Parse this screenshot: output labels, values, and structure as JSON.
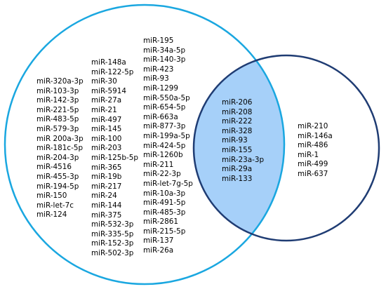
{
  "colors": {
    "left_circle_stroke": "#1aa7e0",
    "right_circle_stroke": "#1f3c73",
    "intersection_fill": "#a6d0f9",
    "text": "#000000"
  },
  "venn": {
    "left_only": {
      "columns": [
        [
          "miR-320a-3p",
          "miR-103-3p",
          "miR-142-3p",
          "miR-221-5p",
          "miR-483-5p",
          "miR-579-3p",
          "miR 200a-3p",
          "miR-181c-5p",
          "miR-204-3p",
          "miR-4516",
          "miR-455-3p",
          "miR-194-5p",
          "miR-150",
          "miR-let-7c",
          "miR-124"
        ],
        [
          "miR-148a",
          "miR-122-5p",
          "miR-30",
          "miR-5914",
          "miR-27a",
          "miR-21",
          "miR-497",
          "miR-145",
          "miR-100",
          "miR-203",
          "miR-125b-5p",
          "miR-365",
          "miR-19b",
          "miR-217",
          "miR-24",
          "miR-144",
          "miR-375",
          "miR-532-3p",
          "miR-335-5p",
          "miR-152-3p",
          "miR-502-3p"
        ],
        [
          "miR-195",
          "miR-34a-5p",
          "miR-140-3p",
          "miR-423",
          "miR-93",
          "miR-1299",
          "miR-550a-5p",
          "miR-654-5p",
          "miR-663a",
          "miR-877-3p",
          "miR-199a-5p",
          "miR-424-5p",
          "miR-1260b",
          "miR-211",
          "miR-22-3p",
          "miR-let-7g-5p",
          "miR-10a-3p",
          "miR-491-5p",
          "miR-485-3p",
          "miR-2861",
          "miR-215-5p",
          "miR-137",
          "miR-26a"
        ]
      ]
    },
    "intersection": {
      "items": [
        "miR-206",
        "miR-208",
        "miR-222",
        "miR-328",
        "miR-93",
        "miR-155",
        "miR-23a-3p",
        "miR-29a",
        "miR-133"
      ]
    },
    "right_only": {
      "items": [
        "miR-210",
        "miR-146a",
        "miR-486",
        "miR-1",
        "miR-499",
        "miR-637"
      ]
    }
  }
}
